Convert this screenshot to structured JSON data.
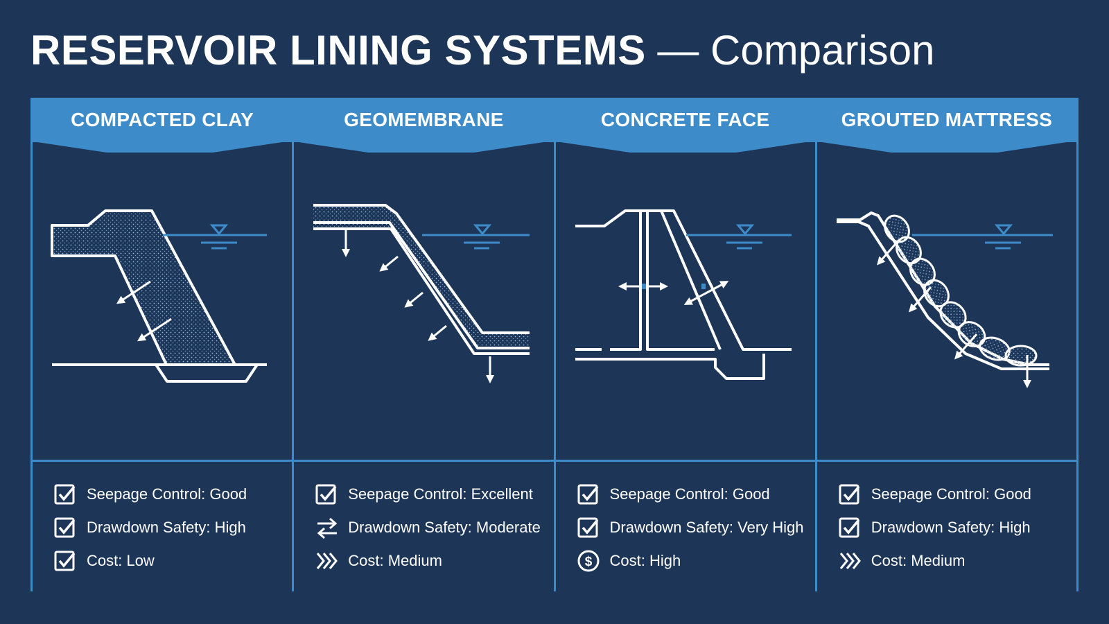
{
  "title": {
    "main": "RESERVOIR LINING SYSTEMS",
    "sub": "— Comparison"
  },
  "colors": {
    "background": "#1d3557",
    "accent": "#3d8cc9",
    "line": "#ffffff"
  },
  "panels": [
    {
      "header": "COMPACTED CLAY",
      "metrics": [
        {
          "label": "Seepage Control: Good",
          "icon": "checkbox-icon"
        },
        {
          "label": "Drawdown Safety: High",
          "icon": "checkbox-icon"
        },
        {
          "label": "Cost: Low",
          "icon": "checkbox-icon"
        }
      ]
    },
    {
      "header": "GEOMEMBRANE",
      "metrics": [
        {
          "label": "Seepage Control: Excellent",
          "icon": "checkbox-icon"
        },
        {
          "label": "Drawdown Safety: Moderate",
          "icon": "swap-arrows-icon"
        },
        {
          "label": "Cost: Medium",
          "icon": "chevrons-icon"
        }
      ]
    },
    {
      "header": "CONCRETE FACE",
      "metrics": [
        {
          "label": "Seepage Control: Good",
          "icon": "checkbox-icon"
        },
        {
          "label": "Drawdown Safety: Very High",
          "icon": "checkbox-icon"
        },
        {
          "label": "Cost: High",
          "icon": "dollar-icon"
        }
      ]
    },
    {
      "header": "GROUTED MATTRESS",
      "metrics": [
        {
          "label": "Seepage Control: Good",
          "icon": "checkbox-icon"
        },
        {
          "label": "Drawdown Safety: High",
          "icon": "checkbox-icon"
        },
        {
          "label": "Cost: Medium",
          "icon": "chevrons-icon"
        }
      ]
    }
  ]
}
